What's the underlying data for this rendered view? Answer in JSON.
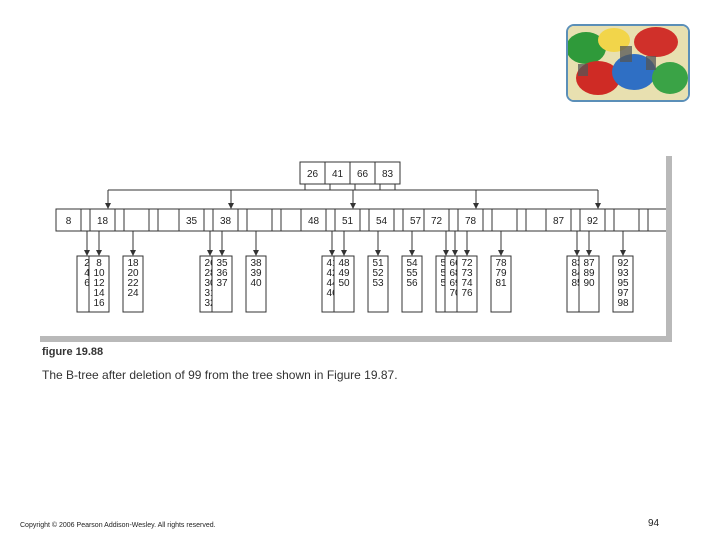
{
  "root": [
    "26",
    "41",
    "66",
    "83"
  ],
  "internal": [
    [
      "8",
      "18"
    ],
    [
      "35",
      "38"
    ],
    [
      "48",
      "51",
      "54",
      "57"
    ],
    [
      "72",
      "78"
    ],
    [
      "87",
      "92"
    ]
  ],
  "leaves": [
    [
      "2",
      "4",
      "6"
    ],
    [
      "8",
      "10",
      "12",
      "14",
      "16"
    ],
    [
      "18",
      "20",
      "22",
      "24"
    ],
    [
      "26",
      "28",
      "30",
      "31",
      "32"
    ],
    [
      "35",
      "36",
      "37"
    ],
    [
      "38",
      "39",
      "40"
    ],
    [
      "41",
      "42",
      "44",
      "46"
    ],
    [
      "48",
      "49",
      "50"
    ],
    [
      "51",
      "52",
      "53"
    ],
    [
      "54",
      "55",
      "56"
    ],
    [
      "57",
      "58",
      "59"
    ],
    [
      "66",
      "68",
      "69",
      "70"
    ],
    [
      "72",
      "73",
      "74",
      "76"
    ],
    [
      "78",
      "79",
      "81"
    ],
    [
      "83",
      "84",
      "85"
    ],
    [
      "87",
      "89",
      "90"
    ],
    [
      "92",
      "93",
      "95",
      "97",
      "98"
    ]
  ],
  "caption": {
    "label": "figure 19.88",
    "text": "The B-tree after deletion of 99 from the tree shown in Figure 19.87."
  },
  "footer": {
    "copyright": "Copyright © 2006 Pearson Addison-Wesley. All rights reserved.",
    "page_number": "94"
  },
  "colors": {
    "line": "#333333",
    "frame_shadow": "#b9b9b9",
    "logo_border": "#5b8fb8"
  }
}
